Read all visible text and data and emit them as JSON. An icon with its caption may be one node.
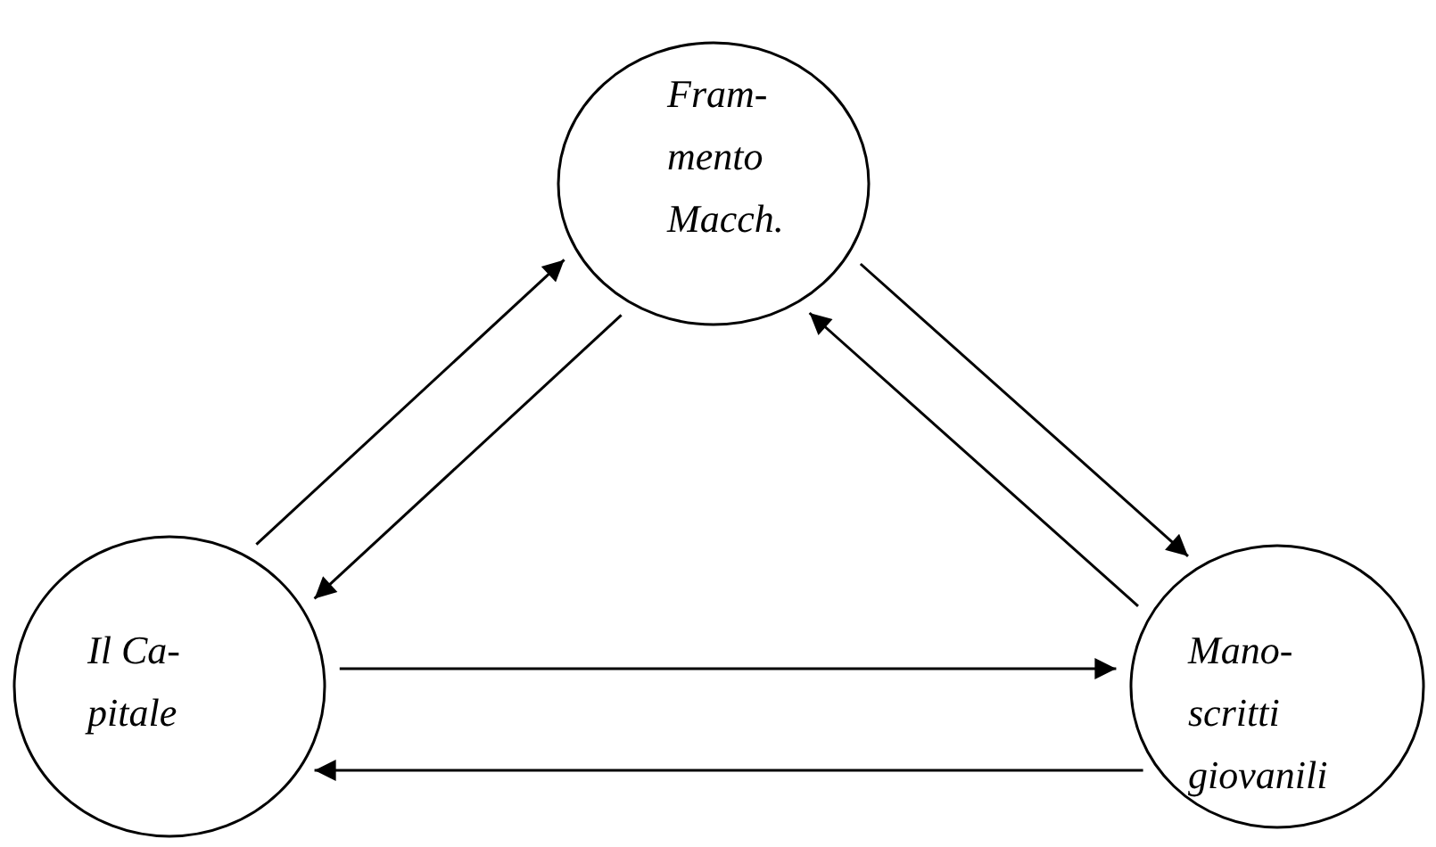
{
  "diagram": {
    "nodes": [
      {
        "text": [
          "Fram- mento Macch."
        ]
      },
      {
        "text": [
          "Il Ca- pitale"
        ]
      },
      {
        "text": [
          "Mano- scritti giovanili"
        ]
      }
    ],
    "edges": [
      {
        "from": 1,
        "to": 0,
        "arrow": "to"
      },
      {
        "from": 0,
        "to": 1,
        "arrow": "to"
      },
      {
        "from": 0,
        "to": 2,
        "arrow": "to"
      },
      {
        "from": 2,
        "to": 0,
        "arrow": "to"
      },
      {
        "from": 1,
        "to": 2,
        "arrow": "to"
      },
      {
        "from": 2,
        "to": 1,
        "arrow": "to"
      }
    ]
  }
}
